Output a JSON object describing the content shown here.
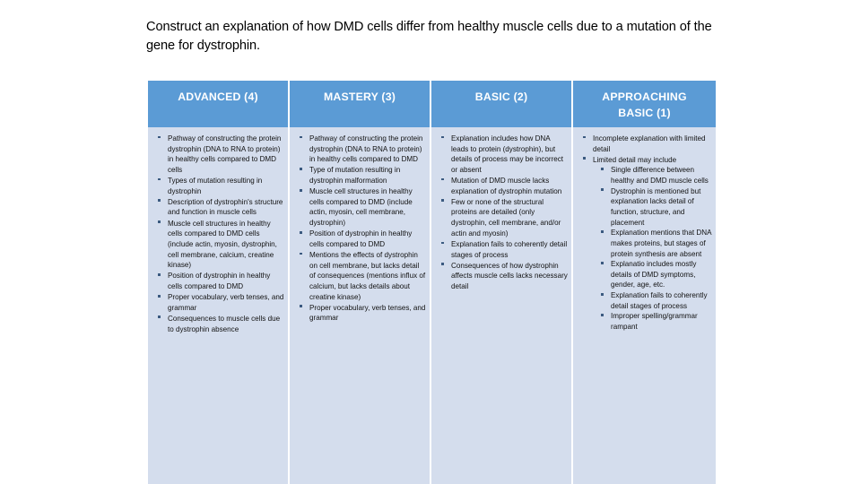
{
  "slide": {
    "prompt": "Construct an explanation of how DMD cells differ from healthy muscle cells due to a mutation of the gene for dystrophin.",
    "header_color": "#5b9bd5",
    "body_color": "#d4dded",
    "columns": [
      {
        "header_lines": [
          "ADVANCED (4)"
        ],
        "items": [
          {
            "text": "Pathway of constructing the protein dystrophin (DNA to RNA to protein) in healthy cells compared to DMD cells",
            "children": []
          },
          {
            "text": "Types of mutation resulting in dystrophin",
            "children": []
          },
          {
            "text": "Description of dystrophin's structure and function in muscle cells",
            "children": []
          },
          {
            "text": "Muscle cell structures in healthy cells compared to DMD cells (include actin, myosin, dystrophin, cell membrane, calcium, creatine kinase)",
            "children": []
          },
          {
            "text": "Position of dystrophin in healthy cells compared to DMD",
            "children": []
          },
          {
            "text": "Proper vocabulary, verb tenses, and grammar",
            "children": []
          },
          {
            "text": "Consequences to muscle cells due to dystrophin absence",
            "children": []
          }
        ]
      },
      {
        "header_lines": [
          "MASTERY (3)"
        ],
        "items": [
          {
            "text": "Pathway of constructing the protein dystrophin (DNA to RNA to protein) in healthy cells compared to DMD",
            "children": []
          },
          {
            "text": "Type of mutation resulting in dystrophin malformation",
            "children": []
          },
          {
            "text": "Muscle cell structures in healthy cells compared to DMD (include actin, myosin, cell membrane, dystrophin)",
            "children": []
          },
          {
            "text": "Position of dystrophin in healthy cells compared to DMD",
            "children": []
          },
          {
            "text": "Mentions the effects of dystrophin on cell membrane, but lacks detail of consequences (mentions influx of calcium, but lacks details about creatine kinase)",
            "children": []
          },
          {
            "text": "Proper vocabulary, verb tenses, and grammar",
            "children": []
          }
        ]
      },
      {
        "header_lines": [
          "BASIC (2)"
        ],
        "items": [
          {
            "text": "Explanation includes how DNA leads to protein (dystrophin), but details of process may be incorrect or absent",
            "children": []
          },
          {
            "text": "Mutation of DMD muscle lacks explanation of dystrophin mutation",
            "children": []
          },
          {
            "text": "Few or none of the structural proteins are detailed (only dystrophin, cell membrane, and/or actin and myosin)",
            "children": []
          },
          {
            "text": "Explanation fails to coherently detail stages of process",
            "children": []
          },
          {
            "text": "Consequences of how dystrophin affects muscle cells lacks necessary detail",
            "children": []
          }
        ]
      },
      {
        "header_lines": [
          "APPROACHING",
          "BASIC (1)"
        ],
        "items": [
          {
            "text": "Incomplete explanation with limited detail",
            "children": []
          },
          {
            "text": "Limited detail may include",
            "children": [
              "Single difference between healthy and DMD muscle cells",
              "Dystrophin is mentioned but explanation lacks detail of function, structure, and placement",
              "Explanation mentions that DNA makes proteins, but stages of protein synthesis are absent",
              "Explanatio includes mostly details of DMD symptoms, gender, age, etc.",
              "Explanation fails to coherently detail stages of process",
              "Improper spelling/grammar rampant"
            ]
          }
        ]
      }
    ]
  }
}
